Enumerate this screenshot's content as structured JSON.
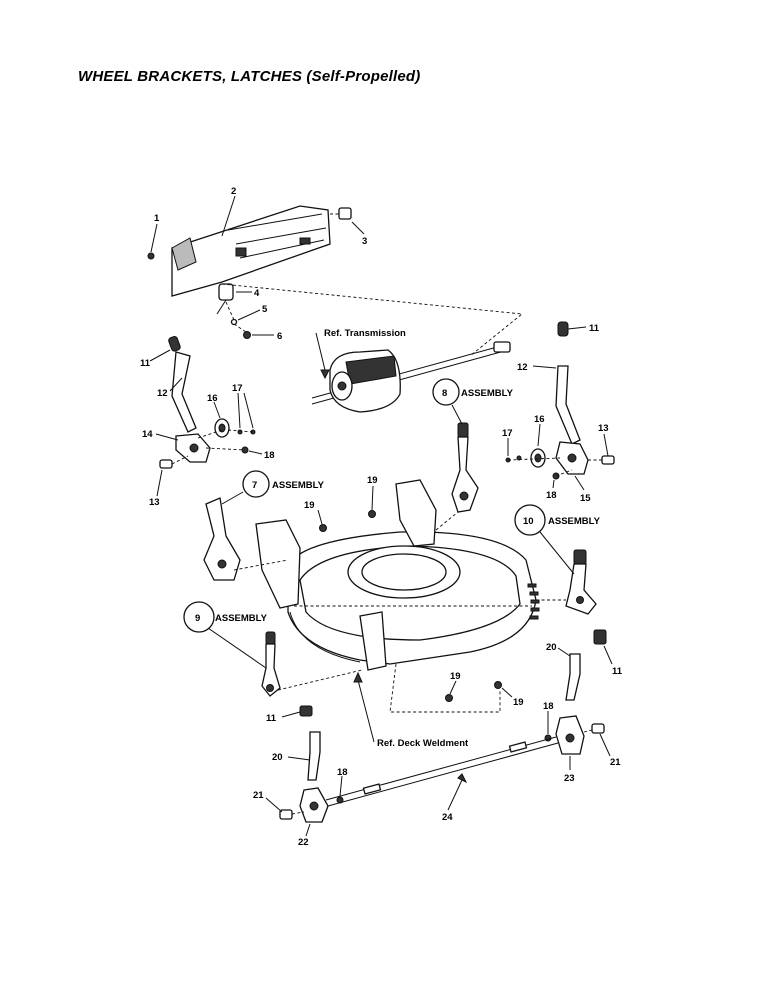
{
  "title": "WHEEL BRACKETS, LATCHES (Self-Propelled)",
  "callouts": {
    "p1": "1",
    "p2": "2",
    "p3": "3",
    "p4": "4",
    "p5": "5",
    "p6": "6",
    "p11a": "11",
    "p12a": "12",
    "p17a": "17",
    "p16a": "16",
    "p14": "14",
    "p18a": "18",
    "p13a": "13",
    "p11b": "11",
    "p12b": "12",
    "p16b": "16",
    "p17b": "17",
    "p13b": "13",
    "p18b": "18",
    "p15": "15",
    "p19a": "19",
    "p19b": "19",
    "p19c": "19",
    "p19d": "19",
    "p20a": "20",
    "p11c": "11",
    "p11d": "11",
    "p18c": "18",
    "p21a": "21",
    "p23": "23",
    "p20b": "20",
    "p18d": "18",
    "p21b": "21",
    "p22": "22",
    "p24": "24"
  },
  "assemblies": {
    "a7": {
      "num": "7",
      "label": "ASSEMBLY"
    },
    "a8": {
      "num": "8",
      "label": "ASSEMBLY"
    },
    "a9": {
      "num": "9",
      "label": "ASSEMBLY"
    },
    "a10": {
      "num": "10",
      "label": "ASSEMBLY"
    }
  },
  "refs": {
    "transmission": "Ref. Transmission",
    "deck": "Ref. Deck Weldment"
  }
}
